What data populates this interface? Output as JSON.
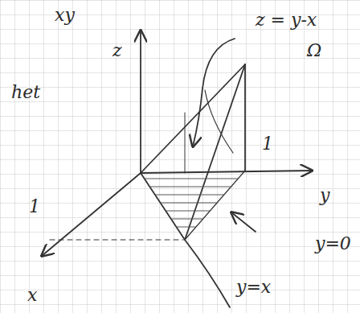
{
  "diagram": {
    "labels": [
      "xy",
      "z",
      "z = y-x",
      "Ω",
      "het",
      "1",
      "1",
      "y",
      "x",
      "y=0",
      "y=x"
    ]
  }
}
